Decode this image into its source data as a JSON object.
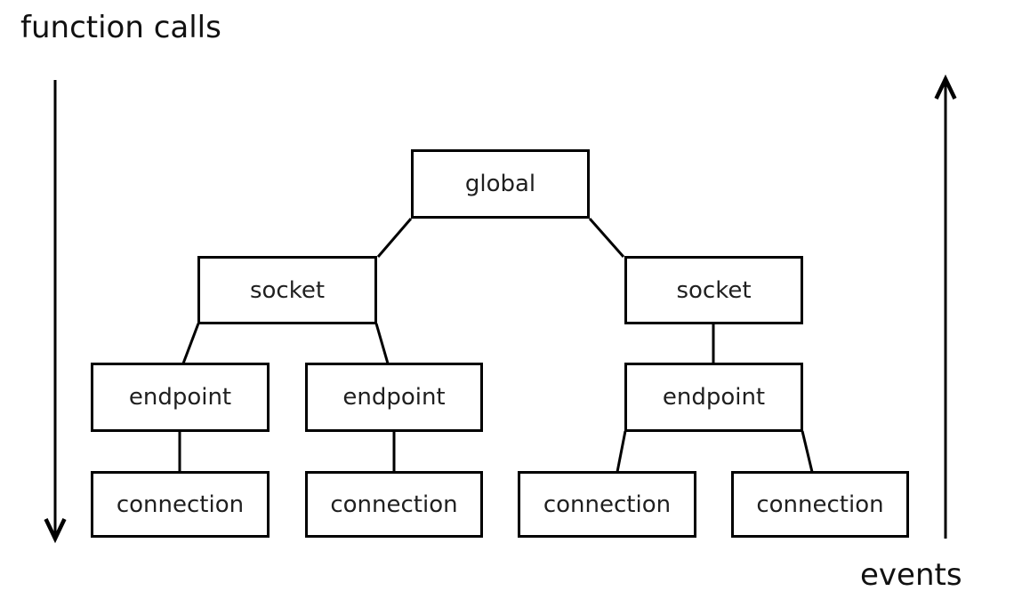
{
  "diagram": {
    "type": "tree-hierarchy",
    "annotations": {
      "left_arrow_label": "function calls",
      "left_arrow_direction": "down",
      "right_arrow_label": "events",
      "right_arrow_direction": "up"
    },
    "nodes": {
      "global": "global",
      "socket_left": "socket",
      "socket_right": "socket",
      "endpoint_1": "endpoint",
      "endpoint_2": "endpoint",
      "endpoint_3": "endpoint",
      "connection_1": "connection",
      "connection_2": "connection",
      "connection_3": "connection",
      "connection_4": "connection"
    },
    "edges": [
      {
        "from": "global",
        "to": "socket_left"
      },
      {
        "from": "global",
        "to": "socket_right"
      },
      {
        "from": "socket_left",
        "to": "endpoint_1"
      },
      {
        "from": "socket_left",
        "to": "endpoint_2"
      },
      {
        "from": "socket_right",
        "to": "endpoint_3"
      },
      {
        "from": "endpoint_1",
        "to": "connection_1"
      },
      {
        "from": "endpoint_2",
        "to": "connection_2"
      },
      {
        "from": "endpoint_3",
        "to": "connection_3"
      },
      {
        "from": "endpoint_3",
        "to": "connection_4"
      }
    ],
    "levels": [
      "global",
      "socket",
      "endpoint",
      "connection"
    ]
  },
  "colors": {
    "background": "#ffffff",
    "stroke": "#000000",
    "node_fill": "#ffffff",
    "text": "#111111"
  }
}
